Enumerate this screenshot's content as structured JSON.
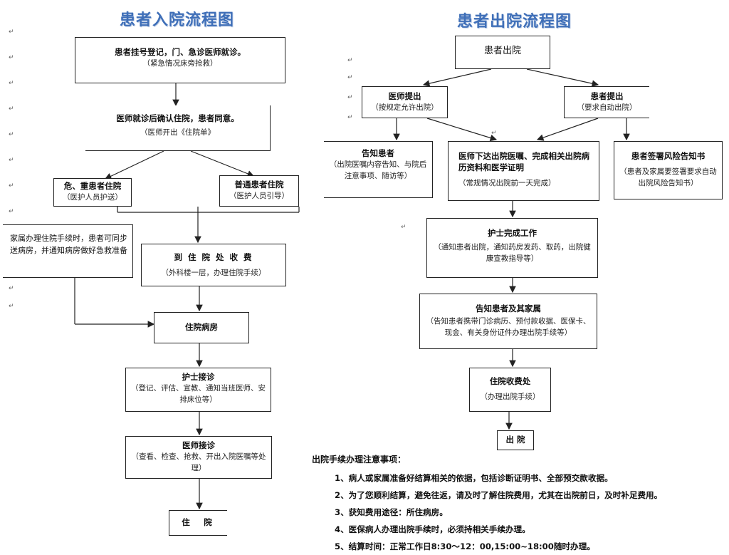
{
  "admission": {
    "title": "患者入院流程图",
    "register": {
      "main": "患者挂号登记，门、急诊医师就诊。",
      "sub": "（紧急情况床旁抢救）"
    },
    "confirm": {
      "main": "医师就诊后确认住院，患者同意。",
      "sub": "（医师开出《住院单》"
    },
    "critical": {
      "main": "危、重患者住院",
      "sub": "（医护人员护送）"
    },
    "normal": {
      "main": "普通患者住院",
      "sub": "（医护人员引导）"
    },
    "family_note": "家属办理住院手续时，患者可同步送病房，并通知病房做好急救准备",
    "cashier": {
      "main": "到 住 院 处 收 费",
      "sub": "（外科楼一层，办理住院手续）"
    },
    "ward": {
      "main": "住院病房"
    },
    "nurse": {
      "main": "护士接诊",
      "sub": "（登记、评估、宣教、通知当班医师、安排床位等）"
    },
    "doctor": {
      "main": "医师接诊",
      "sub": "（查看、检查、抢救、开出入院医嘱等处理）"
    },
    "end": {
      "main": "住　院"
    }
  },
  "discharge": {
    "title": "患者出院流程图",
    "start": {
      "main": "患者出院"
    },
    "doctor_proposes": {
      "main": "医师提出",
      "sub": "（按规定允许出院）"
    },
    "patient_proposes": {
      "main": "患者提出",
      "sub": "（要求自动出院）"
    },
    "inform": {
      "main": "告知患者",
      "sub": "（出院医嘱内容告知、与院后注意事项、随访等）"
    },
    "orders": {
      "main": "医师下达出院医嘱、完成相关出院病历资料和医学证明",
      "sub": "（常规情况出院前一天完成）"
    },
    "risk": {
      "main": "患者签署风险告知书",
      "sub": "（患者及家属要签署要求自动出院风险告知书）"
    },
    "nurse_done": {
      "main": "护士完成工作",
      "sub": "（通知患者出院，通知药房发药、取药，出院健康宣教指导等）"
    },
    "inform_family": {
      "main": "告知患者及其家属",
      "sub": "（告知患者携带门诊病历、预付款收据、医保卡、现金、有关身份证件办理出院手续等）"
    },
    "cashier": {
      "main": "住院收费处",
      "sub": "（办理出院手续）"
    },
    "end": {
      "main": "出 院"
    }
  },
  "notes": {
    "title": "出院手续办理注意事项：",
    "items": [
      "1、病人或家属准备好结算相关的依据，包括诊断证明书、全部预交款收据。",
      "2、为了您顺利结算，避免往返，请及时了解住院费用，尤其在出院前日，及时补足费用。",
      "3、获知费用途径：所住病房。",
      "4、医保病人办理出院手续时，必须持相关手续办理。",
      "5、结算时间：正常工作日8:30～12：00,15:00~18:00随时办理。"
    ]
  },
  "colors": {
    "title": "#3f6fb8",
    "line": "#222222"
  }
}
